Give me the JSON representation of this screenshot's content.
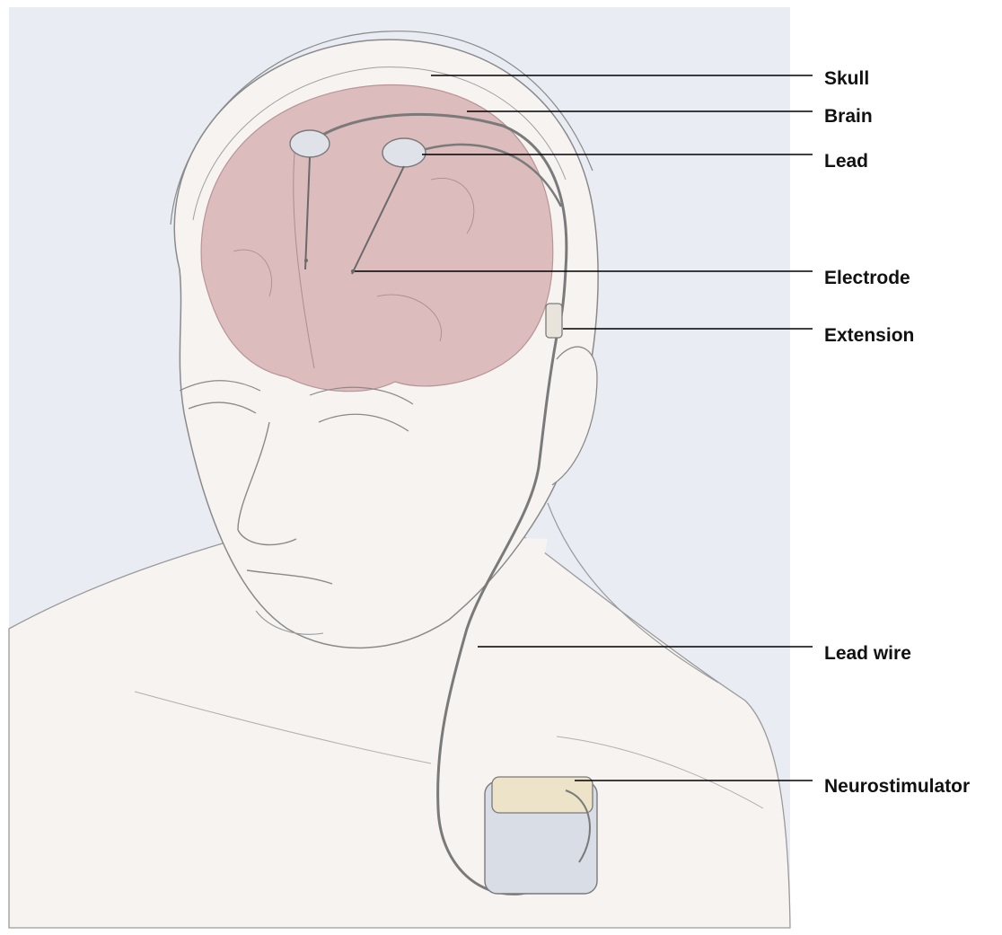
{
  "diagram": {
    "labels": {
      "skull": "Skull",
      "brain": "Brain",
      "lead": "Lead",
      "electrode": "Electrode",
      "extension": "Extension",
      "lead_wire": "Lead wire",
      "neurostimulator": "Neurostimulator"
    }
  },
  "colors": {
    "background_wash": "#e9edf3",
    "skin": "#f6f3f1",
    "brain": "#d7b2b3",
    "pencil": "#8a8a8a",
    "device_top": "#ece3c8",
    "device_body": "#d9dde6"
  }
}
